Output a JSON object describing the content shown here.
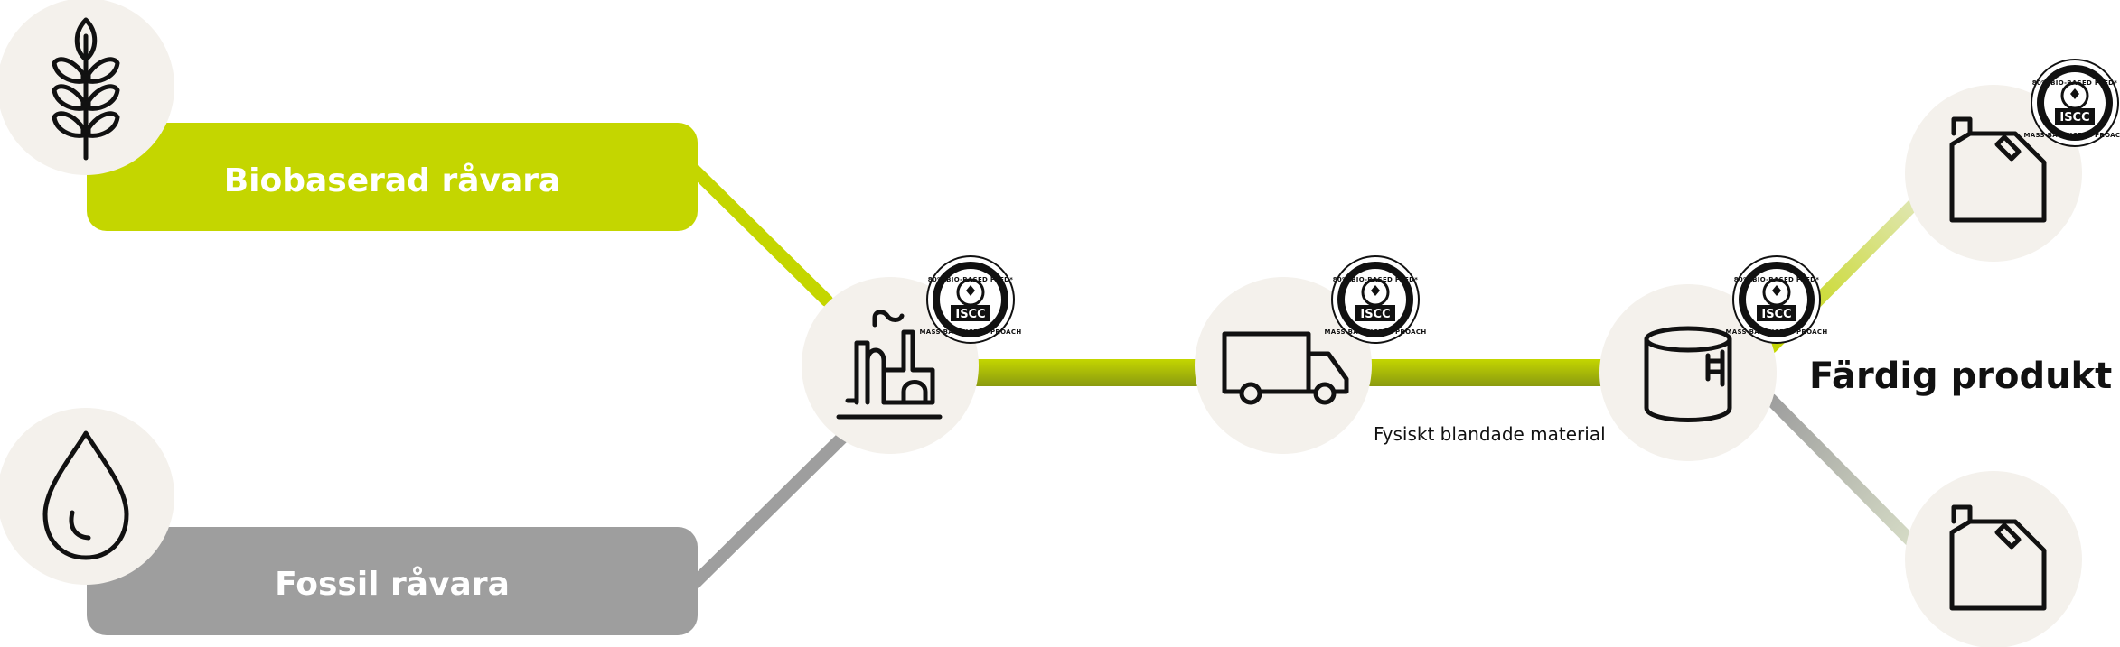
{
  "colors": {
    "bio": "#c4d600",
    "fossil": "#9e9e9e",
    "circle": "#f4f1ec",
    "ink": "#111111"
  },
  "labels": {
    "bio_feedstock": "Biobaserad råvara",
    "fossil_feedstock": "Fossil råvara",
    "physical_mix": "Fysiskt blandade material",
    "finished_product": "Färdig produkt"
  },
  "seal": {
    "arc_text": "80% BIO-BASED FEED*",
    "center_text": "ISCC",
    "bottom_text": "MASS BALANCE APPROACH"
  },
  "icons": {
    "wheat": "wheat-icon",
    "drop": "oil-drop-icon",
    "factory": "factory-icon",
    "truck": "truck-icon",
    "tank": "storage-tank-icon",
    "canister": "jerrycan-icon"
  }
}
